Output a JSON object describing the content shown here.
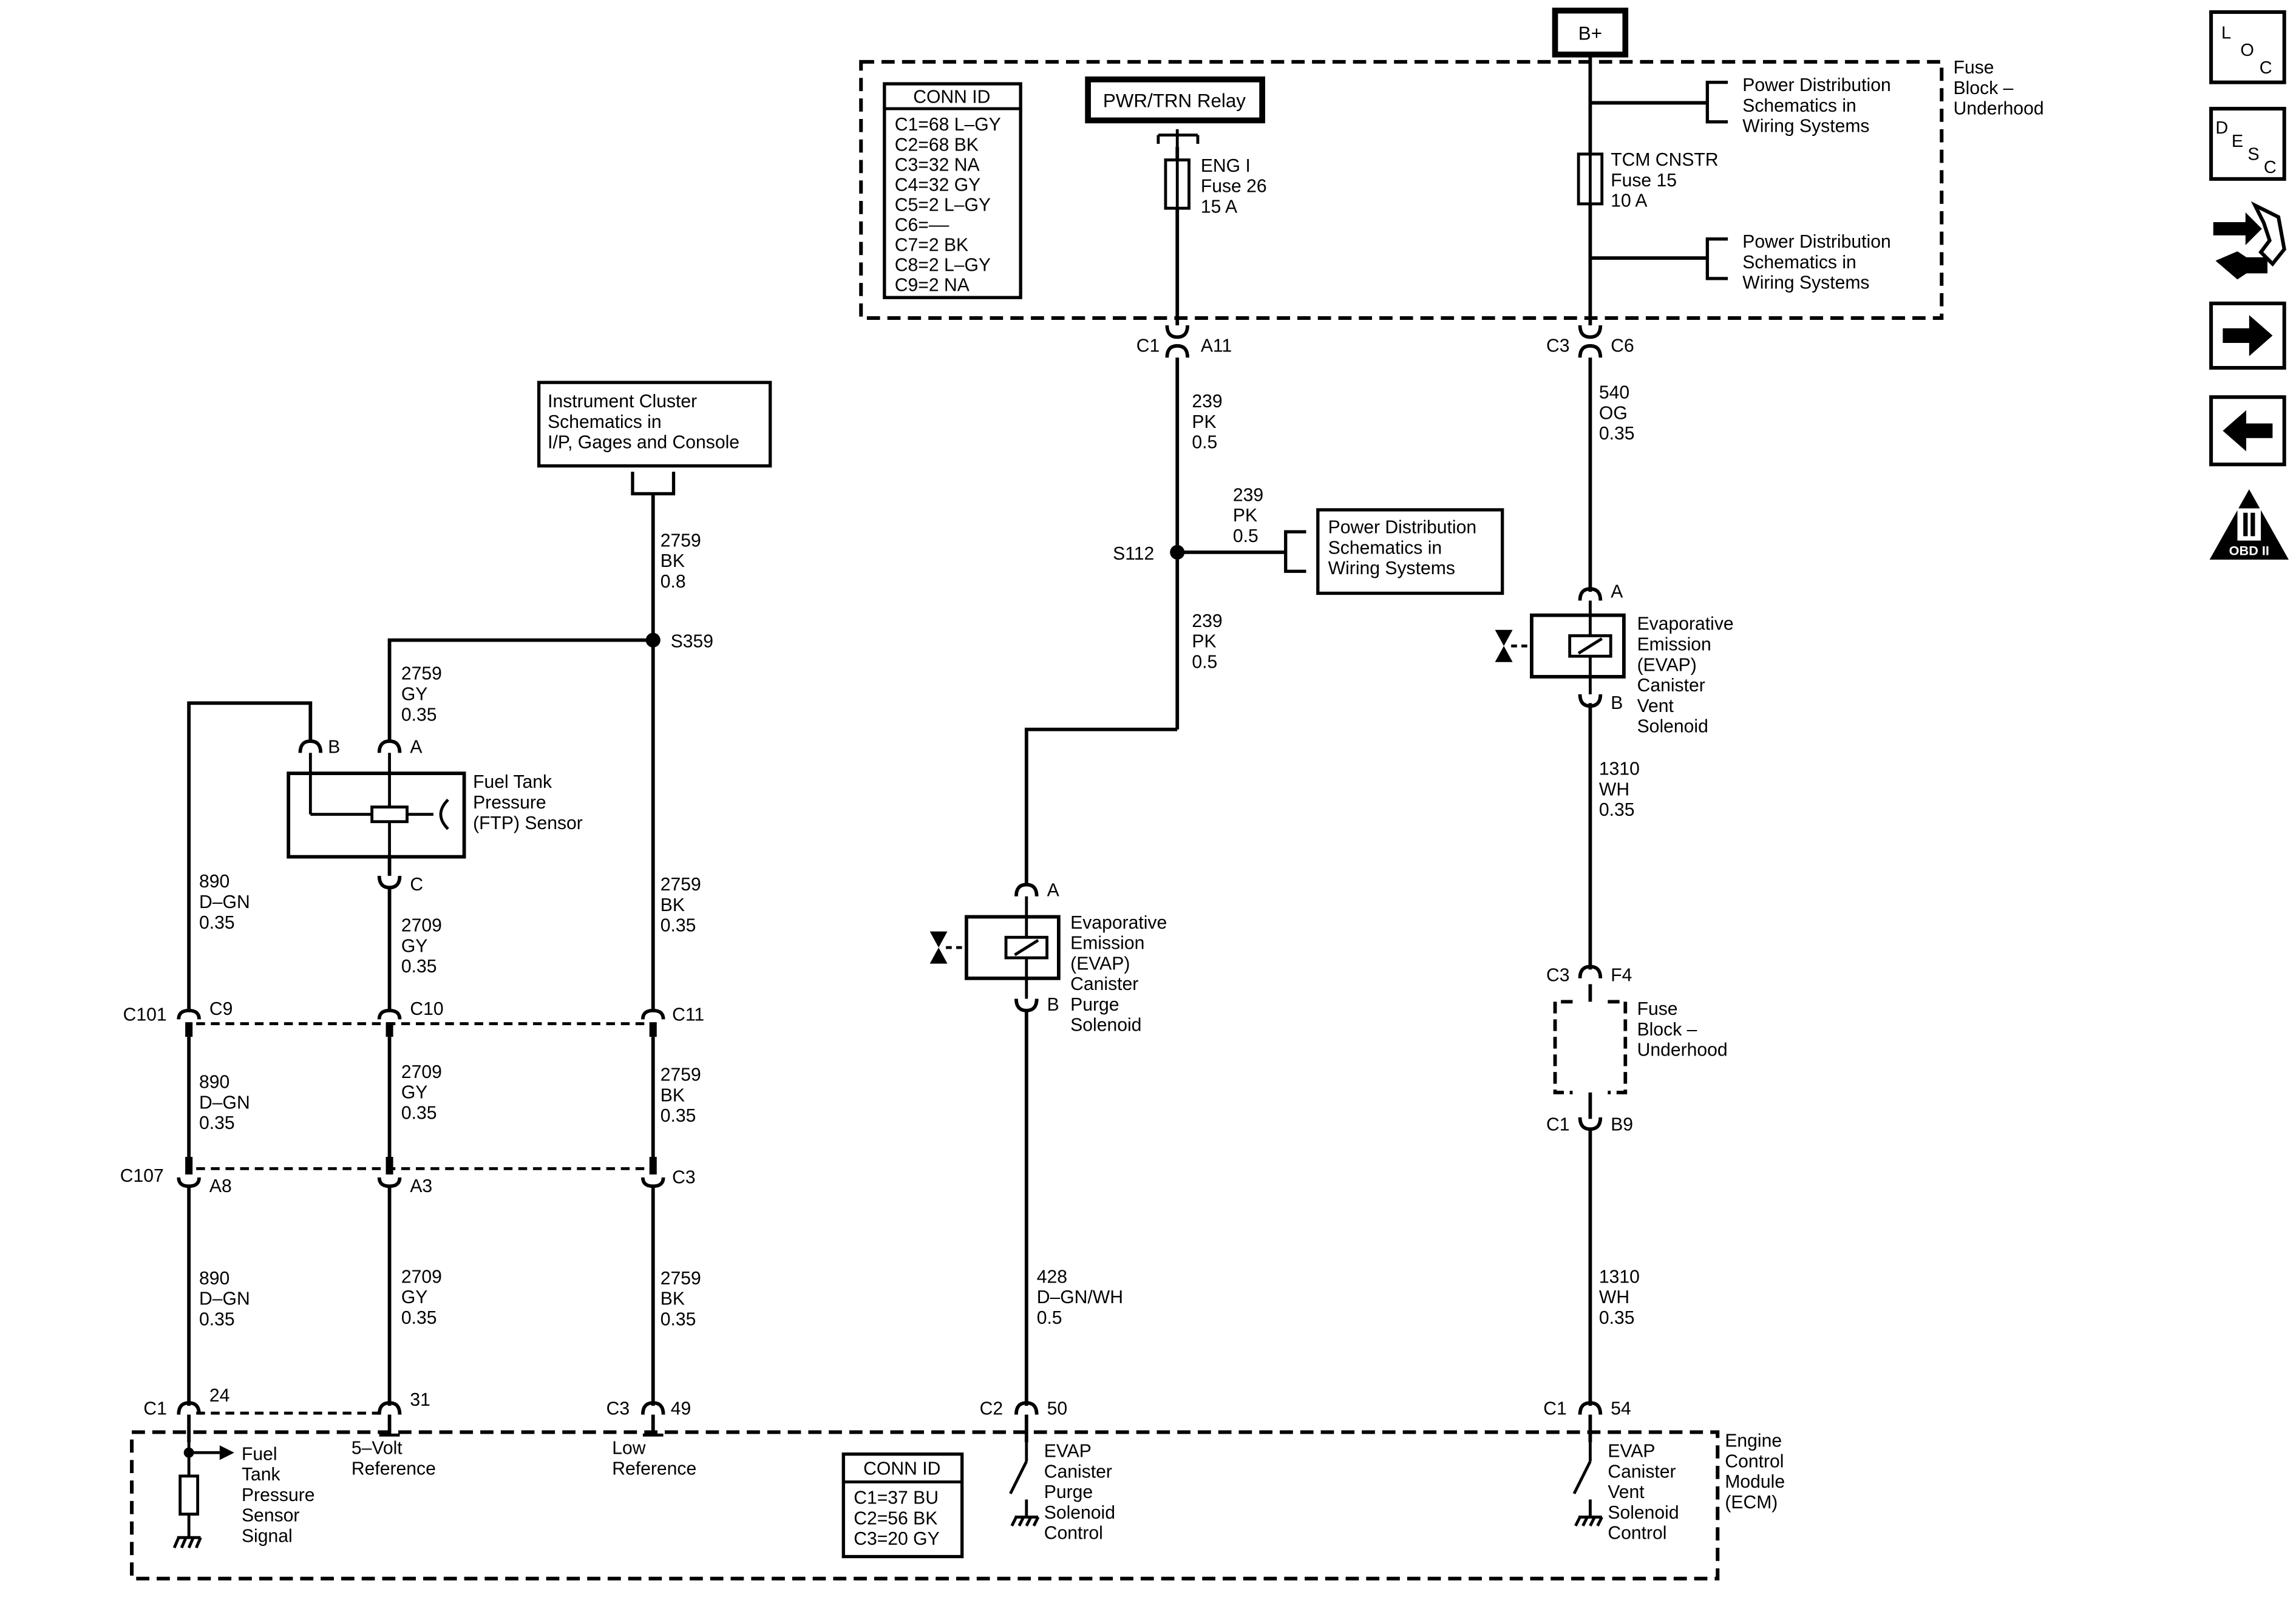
{
  "supply": {
    "battery": "B+"
  },
  "fuse_block": {
    "title": [
      "Fuse",
      "Block –",
      "Underhood"
    ],
    "power_dist_top": [
      "Power Distribution",
      "Schematics in",
      "Wiring Systems"
    ],
    "power_dist_bottom": [
      "Power Distribution",
      "Schematics in",
      "Wiring Systems"
    ],
    "relay": "PWR/TRN Relay",
    "fuse_eng": [
      "ENG I",
      "Fuse 26",
      "15 A"
    ],
    "fuse_tcm": [
      "TCM CNSTR",
      "Fuse 15",
      "10 A"
    ],
    "conn_id_title": "CONN ID",
    "conn_id": [
      "C1=68 L–GY",
      "C2=68 BK",
      "C3=32 NA",
      "C4=32 GY",
      "C5=2 L–GY",
      "C6=––",
      "C7=2 BK",
      "C8=2 L–GY",
      "C9=2 NA"
    ]
  },
  "instrument_cluster": [
    "Instrument Cluster",
    "Schematics in",
    "I/P, Gages and Console"
  ],
  "power_dist_s112": [
    "Power Distribution",
    "Schematics in",
    "Wiring Systems"
  ],
  "splices": {
    "s359": "S359",
    "s112": "S112"
  },
  "connectors": {
    "c1": "C1",
    "a11": "A11",
    "c3": "C3",
    "c6": "C6",
    "c101": "C101",
    "c9": "C9",
    "c10": "C10",
    "c11": "C11",
    "c107": "C107",
    "a8": "A8",
    "a3": "A3",
    "c3b": "C3",
    "c3f": "C3",
    "f4": "F4",
    "c1b": "C1",
    "b9": "B9",
    "ecm_c1a": "C1",
    "p24": "24",
    "p31": "31",
    "ecm_c3": "C3",
    "p49": "49",
    "ecm_c2": "C2",
    "p50": "50",
    "ecm_c1b": "C1",
    "p54": "54",
    "pin_a": "A",
    "pin_b": "B",
    "pin_c": "C"
  },
  "wires": {
    "w239_top": [
      "239",
      "PK",
      "0.5"
    ],
    "w239_side": [
      "239",
      "PK",
      "0.5"
    ],
    "w239_low": [
      "239",
      "PK",
      "0.5"
    ],
    "w540": [
      "540",
      "OG",
      "0.35"
    ],
    "w2759_top": [
      "2759",
      "BK",
      "0.8"
    ],
    "w2759_gy": [
      "2759",
      "GY",
      "0.35"
    ],
    "w890_1": [
      "890",
      "D–GN",
      "0.35"
    ],
    "w2709_1": [
      "2709",
      "GY",
      "0.35"
    ],
    "w2759_1": [
      "2759",
      "BK",
      "0.35"
    ],
    "w890_2": [
      "890",
      "D–GN",
      "0.35"
    ],
    "w2709_2": [
      "2709",
      "GY",
      "0.35"
    ],
    "w2759_2": [
      "2759",
      "BK",
      "0.35"
    ],
    "w890_3": [
      "890",
      "D–GN",
      "0.35"
    ],
    "w2709_3": [
      "2709",
      "GY",
      "0.35"
    ],
    "w2759_3": [
      "2759",
      "BK",
      "0.35"
    ],
    "w428": [
      "428",
      "D–GN/WH",
      "0.5"
    ],
    "w1310_1": [
      "1310",
      "WH",
      "0.35"
    ],
    "w1310_2": [
      "1310",
      "WH",
      "0.35"
    ]
  },
  "components": {
    "ftp": [
      "Fuel Tank",
      "Pressure",
      "(FTP) Sensor"
    ],
    "evap_vent": [
      "Evaporative",
      "Emission",
      "(EVAP)",
      "Canister",
      "Vent",
      "Solenoid"
    ],
    "evap_purge": [
      "Evaporative",
      "Emission",
      "(EVAP)",
      "Canister",
      "Purge",
      "Solenoid"
    ],
    "fuse_block_mid": [
      "Fuse",
      "Block –",
      "Underhood"
    ]
  },
  "ecm": {
    "title": [
      "Engine",
      "Control",
      "Module",
      "(ECM)"
    ],
    "ftp_signal": [
      "Fuel",
      "Tank",
      "Pressure",
      "Sensor",
      "Signal"
    ],
    "ref5v": [
      "5–Volt",
      "Reference"
    ],
    "low_ref": [
      "Low",
      "Reference"
    ],
    "purge_ctrl": [
      "EVAP",
      "Canister",
      "Purge",
      "Solenoid",
      "Control"
    ],
    "vent_ctrl": [
      "EVAP",
      "Canister",
      "Vent",
      "Solenoid",
      "Control"
    ],
    "conn_id_title": "CONN ID",
    "conn_id": [
      "C1=37 BU",
      "C2=56 BK",
      "C3=20 GY"
    ]
  },
  "side_icons": [
    {
      "name": "loc-icon",
      "letters": [
        "L",
        "O",
        "C"
      ]
    },
    {
      "name": "desc-icon",
      "letters": [
        "D",
        "E",
        "S",
        "C"
      ]
    },
    {
      "name": "diagnostic-tool-icon"
    },
    {
      "name": "next-arrow-icon"
    },
    {
      "name": "prev-arrow-icon"
    },
    {
      "name": "obd-ii-icon",
      "label": "OBD II"
    }
  ]
}
